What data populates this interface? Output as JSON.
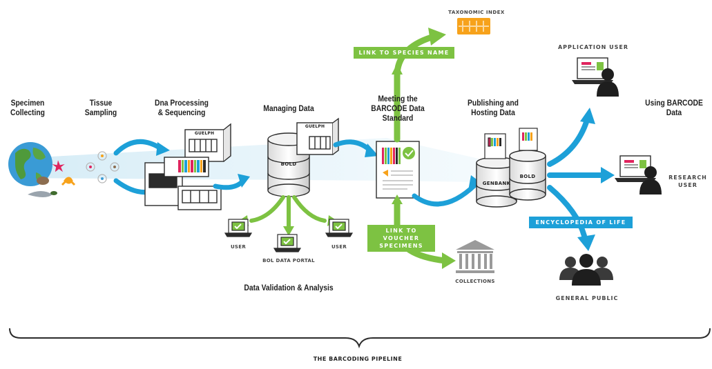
{
  "stages": {
    "specimen_collecting": "Specimen\nCollecting",
    "tissue_sampling": "Tissue\nSampling",
    "dna_processing": "Dna Processing\n& Sequencing",
    "managing_data": "Managing Data",
    "meeting_standard": "Meeting the\nBARCODE Data\nStandard",
    "publishing": "Publishing and\nHosting Data",
    "using_barcode": "Using BARCODE\nData"
  },
  "labels": {
    "taxonomic_index": "TAXONOMIC INDEX",
    "link_species": "LINK TO SPECIES NAME",
    "link_voucher": "LINK TO VOUCHER\nSPECIMENS",
    "encyclopedia": "ENCYCLOPEDIA OF LIFE",
    "application_user": "APPLICATION USER",
    "research_user": "RESEARCH\nUSER",
    "general_public": "GENERAL PUBLIC",
    "collections": "COLLECTIONS",
    "user_left": "USER",
    "user_right": "USER",
    "bol_portal": "BOL DATA PORTAL",
    "validation": "Data Validation & Analysis",
    "pipeline": "THE BARCODING PIPELINE",
    "bold_db": "BOLD",
    "bold_db2": "BOLD",
    "genbank": "GENBANK",
    "guelph1": "GUELPH",
    "guelph2": "GUELPH"
  },
  "colors": {
    "blue": "#1da0d8",
    "green": "#7dc242",
    "orange": "#f7a21b",
    "dark": "#2b2b2b",
    "grey": "#8a8a8a"
  }
}
